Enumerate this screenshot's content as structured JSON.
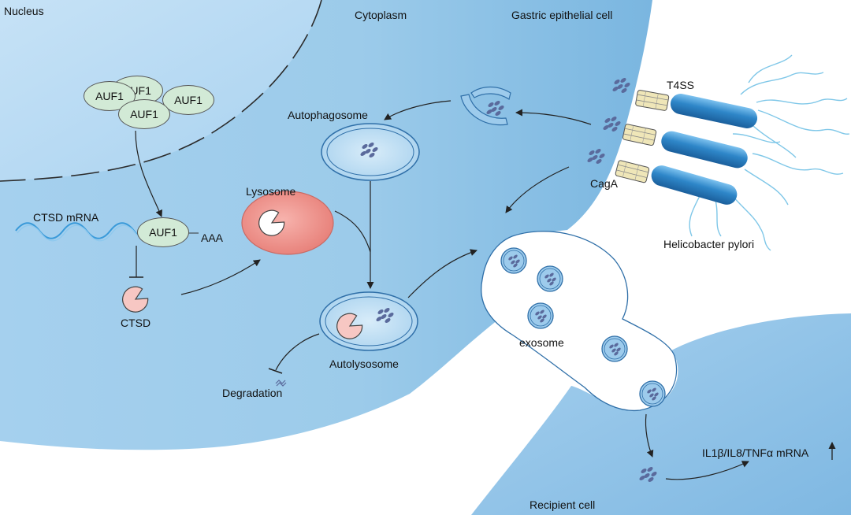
{
  "compartments": {
    "nucleus": "Nucleus",
    "cytoplasm": "Cytoplasm",
    "cell": "Gastric epithelial cell",
    "recipient": "Recipient cell"
  },
  "proteins": {
    "auf1": [
      "AUF1",
      "AUF1",
      "AUF1",
      "AUF1"
    ],
    "auf1_bound": "AUF1"
  },
  "mrna": {
    "label": "CTSD mRNA",
    "polya": "AAA"
  },
  "labels": {
    "ctsd": "CTSD",
    "lysosome": "Lysosome",
    "autophagosome": "Autophagosome",
    "autolysosome": "Autolysosome",
    "degradation": "Degradation",
    "t4ss": "T4SS",
    "caga": "CagA",
    "bacterium": "Helicobacter pylori",
    "exosome": "exosome",
    "cytokines": "IL1β/IL8/TNFα mRNA"
  },
  "colors": {
    "cytoplasm": "#9ccbea",
    "nucleus": "#b8dbf3",
    "auf1": "#d2ead6",
    "lysosome": "#ee8c86",
    "ctsd": "#f7c7c3",
    "caga": "#5a6a9c",
    "bacterium": "#2e86c8",
    "flagella": "#7fc7e8"
  }
}
